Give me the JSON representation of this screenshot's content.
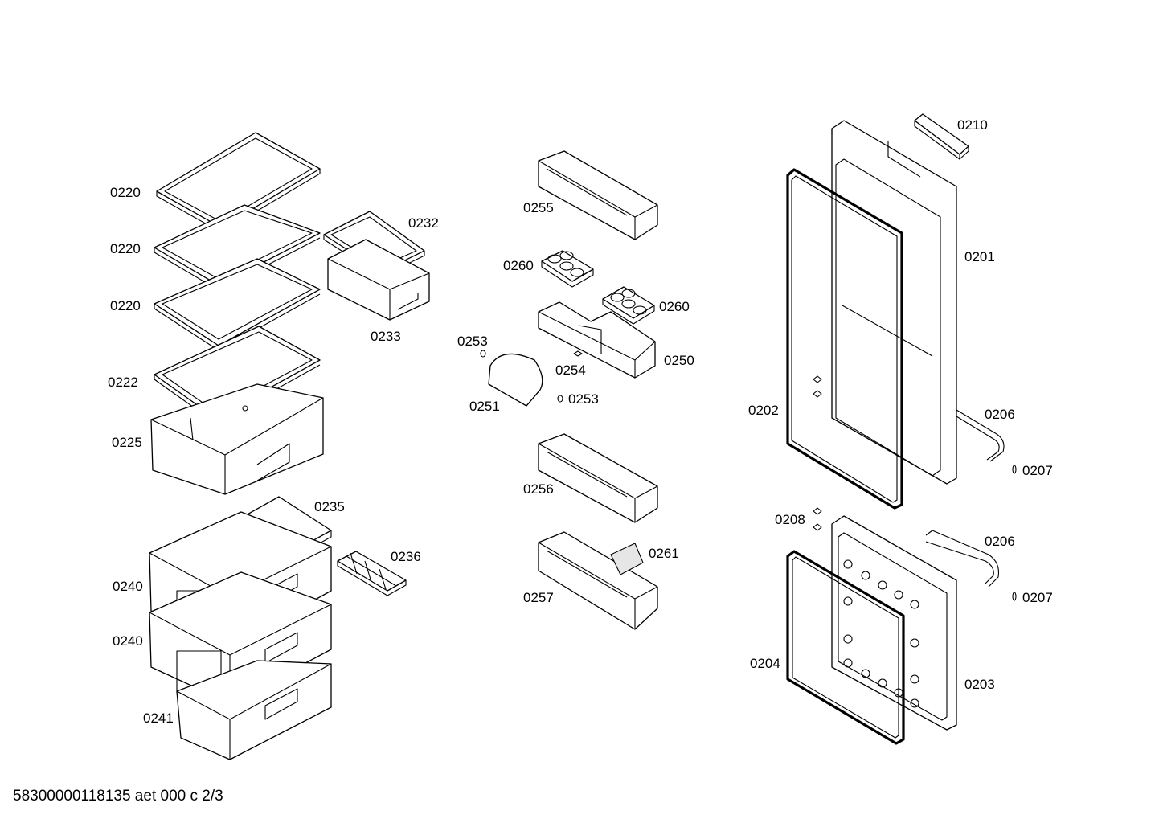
{
  "footer": {
    "document_code": "58300000118135 aet 000 c 2/3"
  },
  "labels": {
    "l0220a": "0220",
    "l0220b": "0220",
    "l0220c": "0220",
    "l0222": "0222",
    "l0225": "0225",
    "l0232": "0232",
    "l0233": "0233",
    "l0235": "0235",
    "l0236": "0236",
    "l0240a": "0240",
    "l0240b": "0240",
    "l0241": "0241",
    "l0255": "0255",
    "l0260a": "0260",
    "l0260b": "0260",
    "l0253a": "0253",
    "l0254": "0254",
    "l0250": "0250",
    "l0251": "0251",
    "l0253b": "0253",
    "l0256": "0256",
    "l0257": "0257",
    "l0261": "0261",
    "l0210": "0210",
    "l0201": "0201",
    "l0202": "0202",
    "l0206a": "0206",
    "l0207a": "0207",
    "l0208": "0208",
    "l0206b": "0206",
    "l0207b": "0207",
    "l0204": "0204",
    "l0203": "0203"
  }
}
